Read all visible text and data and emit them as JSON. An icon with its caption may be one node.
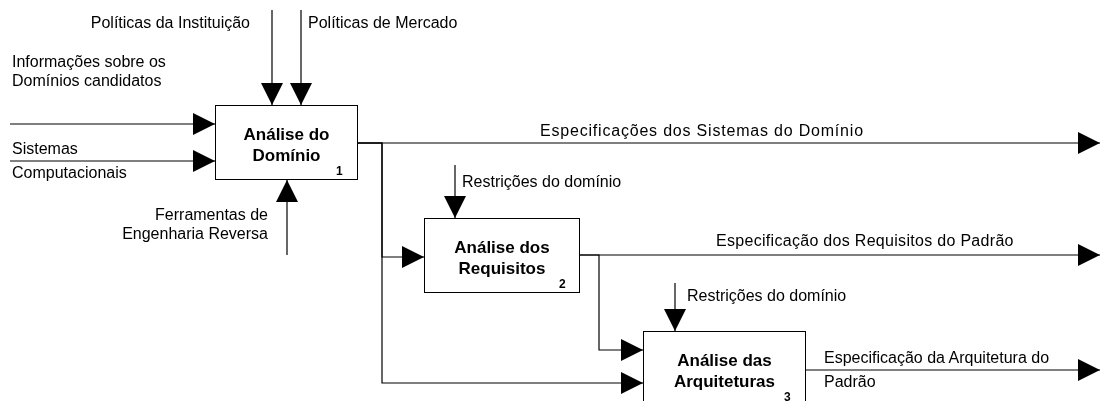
{
  "diagram": {
    "nodes": [
      {
        "text": [
          "Análise do Domínio",
          "1"
        ]
      },
      {
        "text": [
          "Análise dos Requisitos",
          "2"
        ]
      },
      {
        "text": [
          "Análise das Arquiteturas",
          "3"
        ]
      }
    ],
    "edges": [
      {
        "from": null,
        "to": 0,
        "arrow": "to",
        "label": "Políticas da Instituição"
      },
      {
        "from": null,
        "to": 0,
        "arrow": "to",
        "label": "Políticas de Mercado"
      },
      {
        "from": null,
        "to": 0,
        "arrow": "to",
        "label": "Informações sobre os Domínios candidatos"
      },
      {
        "from": null,
        "to": 0,
        "arrow": "to",
        "label": "Sistemas Computacionais"
      },
      {
        "from": null,
        "to": 0,
        "arrow": "to",
        "label": "Ferramentas de Engenharia Reversa"
      },
      {
        "from": 0,
        "to": null,
        "arrow": "to",
        "label": "Especificações dos Sistemas do Domínio"
      },
      {
        "from": 0,
        "to": 1,
        "arrow": "to"
      },
      {
        "from": 0,
        "to": 2,
        "arrow": "to"
      },
      {
        "from": null,
        "to": 1,
        "arrow": "to",
        "label": "Restrições do domínio"
      },
      {
        "from": 1,
        "to": null,
        "arrow": "to",
        "label": "Especificação dos Requisitos do Padrão"
      },
      {
        "from": 1,
        "to": 2,
        "arrow": "to"
      },
      {
        "from": null,
        "to": 2,
        "arrow": "to",
        "label": "Restrições do domínio"
      },
      {
        "from": 2,
        "to": null,
        "arrow": "to",
        "label": "Especificação da Arquitetura do Padrão"
      }
    ]
  }
}
